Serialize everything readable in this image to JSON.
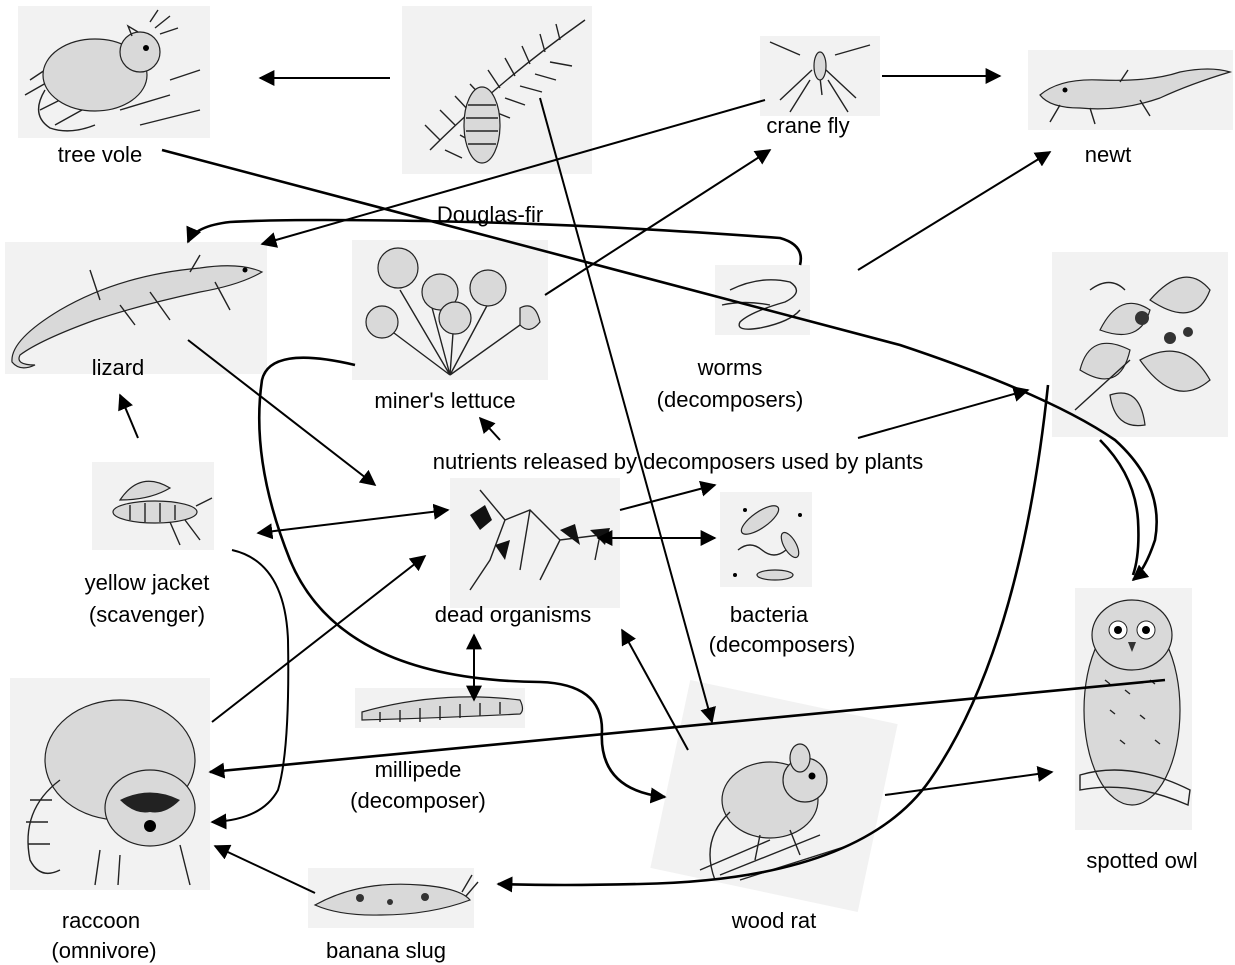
{
  "organisms": {
    "tree_vole": "tree vole",
    "douglas_fir": "Douglas-fir",
    "crane_fly": "crane fly",
    "newt": "newt",
    "lizard": "lizard",
    "miners_lettuce": "miner's lettuce",
    "worms_name": "worms",
    "worms_role": "(decomposers)",
    "yellow_jacket_name": "yellow jacket",
    "yellow_jacket_role": "(scavenger)",
    "dead_organisms": "dead organisms",
    "bacteria_name": "bacteria",
    "bacteria_role": "(decomposers)",
    "millipede_name": "millipede",
    "millipede_role": "(decomposer)",
    "raccoon_name": "raccoon",
    "raccoon_role": "(omnivore)",
    "banana_slug": "banana slug",
    "wood_rat": "wood rat",
    "spotted_owl": "spotted owl"
  },
  "nutrients_label": "nutrients released by decomposers used by plants",
  "icons": [
    "tree-vole-icon",
    "douglas-fir-icon",
    "crane-fly-icon",
    "newt-icon",
    "lizard-icon",
    "miners-lettuce-icon",
    "worms-icon",
    "blackberry-icon",
    "yellow-jacket-icon",
    "dead-organisms-icon",
    "bacteria-icon",
    "millipede-icon",
    "raccoon-icon",
    "banana-slug-icon",
    "wood-rat-icon",
    "spotted-owl-icon"
  ],
  "colors": {
    "ink": "#000000",
    "background": "#ffffff"
  }
}
